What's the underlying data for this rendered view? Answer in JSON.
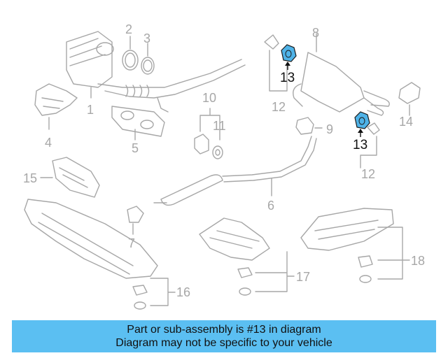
{
  "diagram": {
    "callouts": [
      {
        "id": "1",
        "text": "1"
      },
      {
        "id": "2",
        "text": "2"
      },
      {
        "id": "3",
        "text": "3"
      },
      {
        "id": "4",
        "text": "4"
      },
      {
        "id": "5",
        "text": "5"
      },
      {
        "id": "6",
        "text": "6"
      },
      {
        "id": "7",
        "text": "7"
      },
      {
        "id": "8",
        "text": "8"
      },
      {
        "id": "9",
        "text": "9"
      },
      {
        "id": "10",
        "text": "10"
      },
      {
        "id": "11",
        "text": "11"
      },
      {
        "id": "12a",
        "text": "12"
      },
      {
        "id": "12b",
        "text": "12"
      },
      {
        "id": "13a",
        "text": "13"
      },
      {
        "id": "13b",
        "text": "13"
      },
      {
        "id": "14",
        "text": "14"
      },
      {
        "id": "15",
        "text": "15"
      },
      {
        "id": "16",
        "text": "16"
      },
      {
        "id": "17",
        "text": "17"
      },
      {
        "id": "18",
        "text": "18"
      }
    ],
    "highlight_color": "#4fb3e8",
    "part_color": "#a7a7a7"
  },
  "banner": {
    "line1": "Part or sub-assembly is #13 in diagram",
    "line2": "Diagram may not be specific to your vehicle",
    "bg_color": "#5bbff2"
  }
}
